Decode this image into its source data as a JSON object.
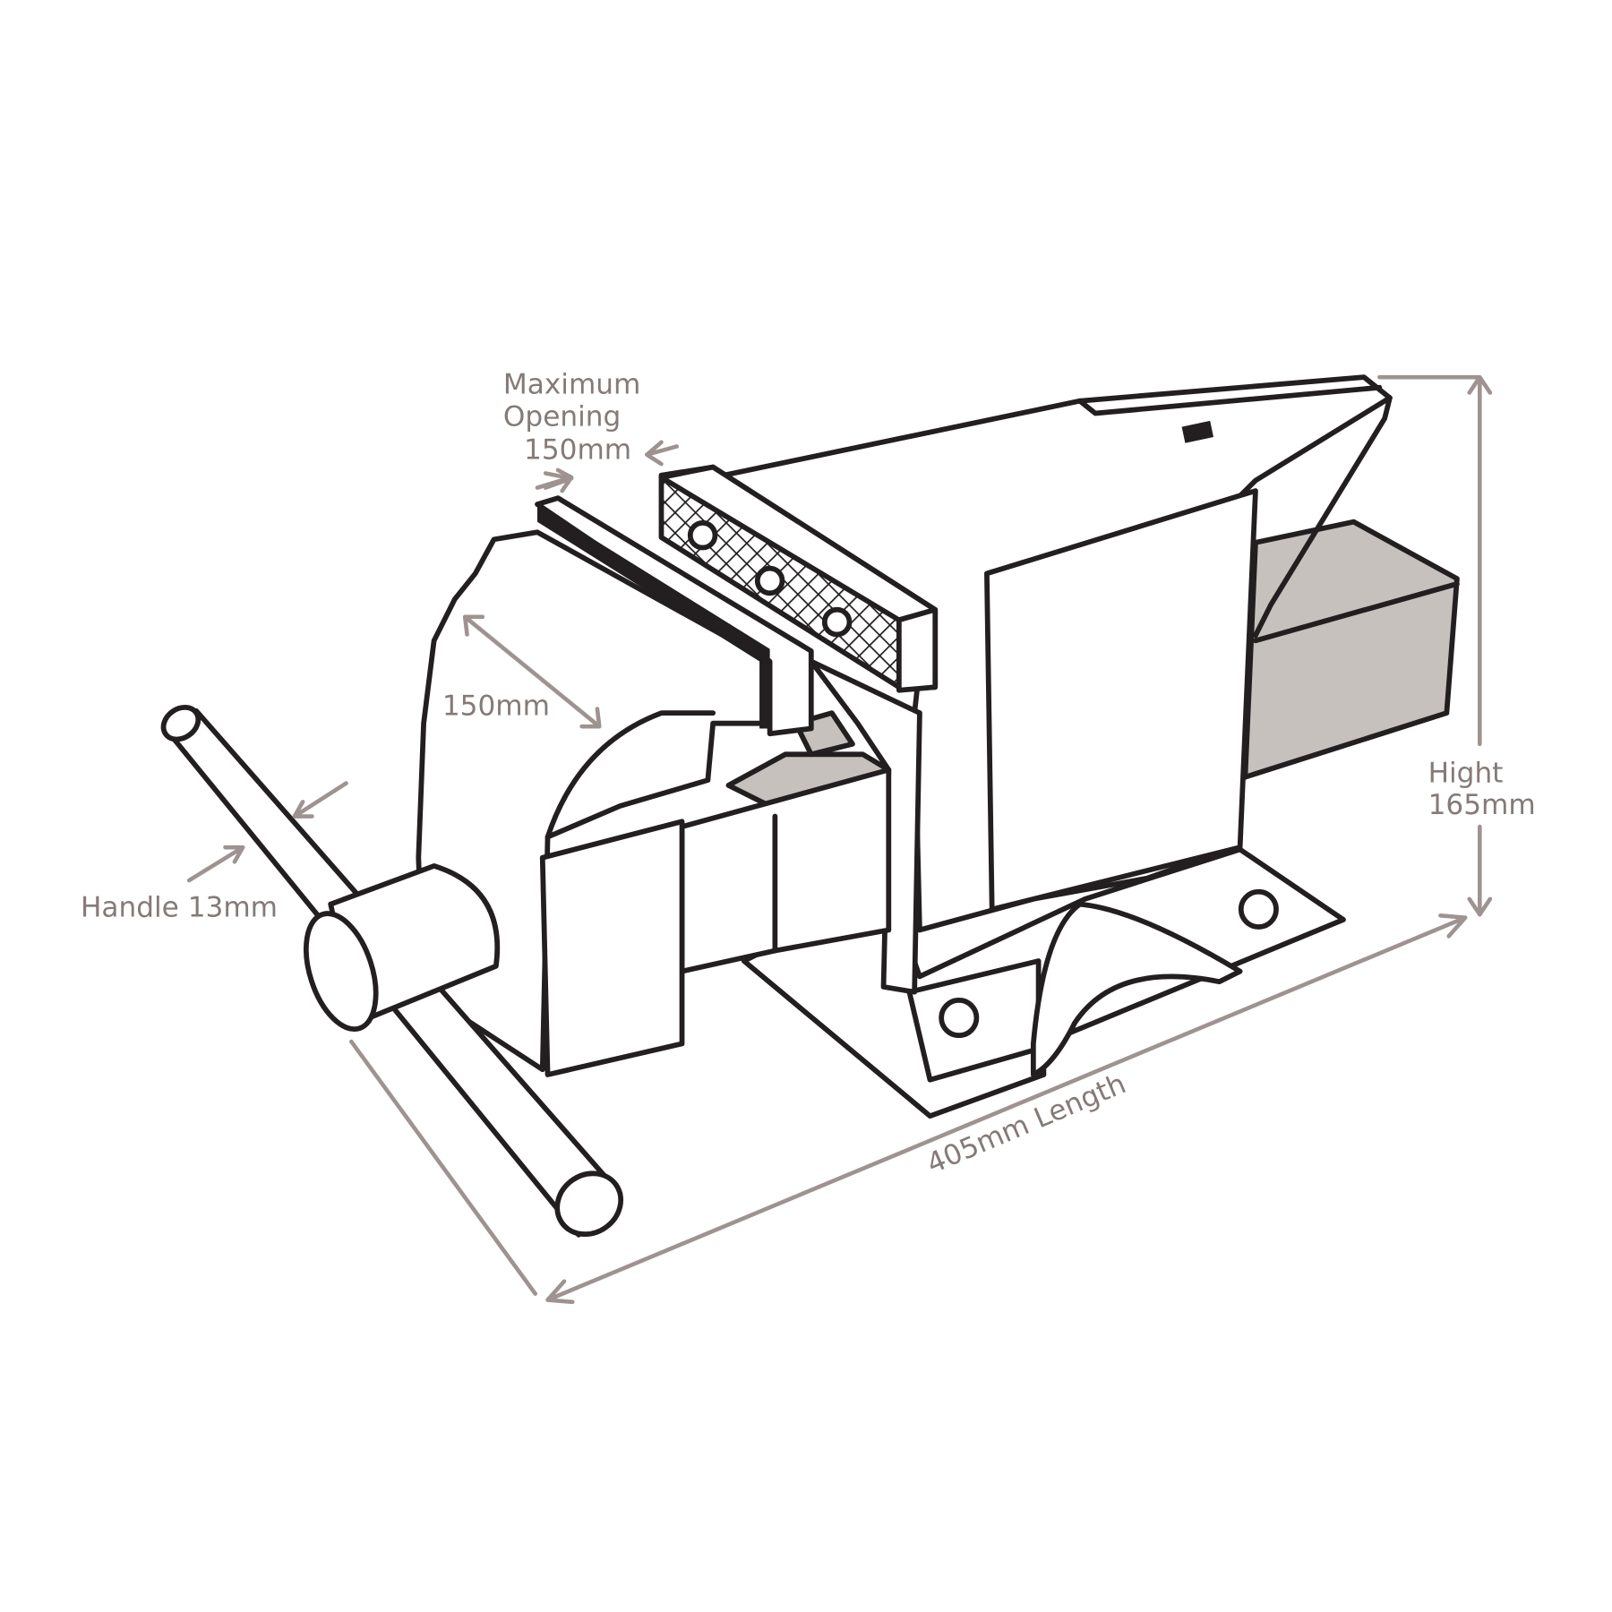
{
  "labels": {
    "max_opening_line1": "Maximum",
    "max_opening_line2": "Opening",
    "max_opening_value": "150mm",
    "jaw_width": "150mm",
    "handle": "Handle 13mm",
    "height_line1": "Hight",
    "height_value": "165mm",
    "length": "405mm Length"
  },
  "colors": {
    "outline": "#231f20",
    "dimension": "#9e9390",
    "shade": "#c7c1bd"
  }
}
